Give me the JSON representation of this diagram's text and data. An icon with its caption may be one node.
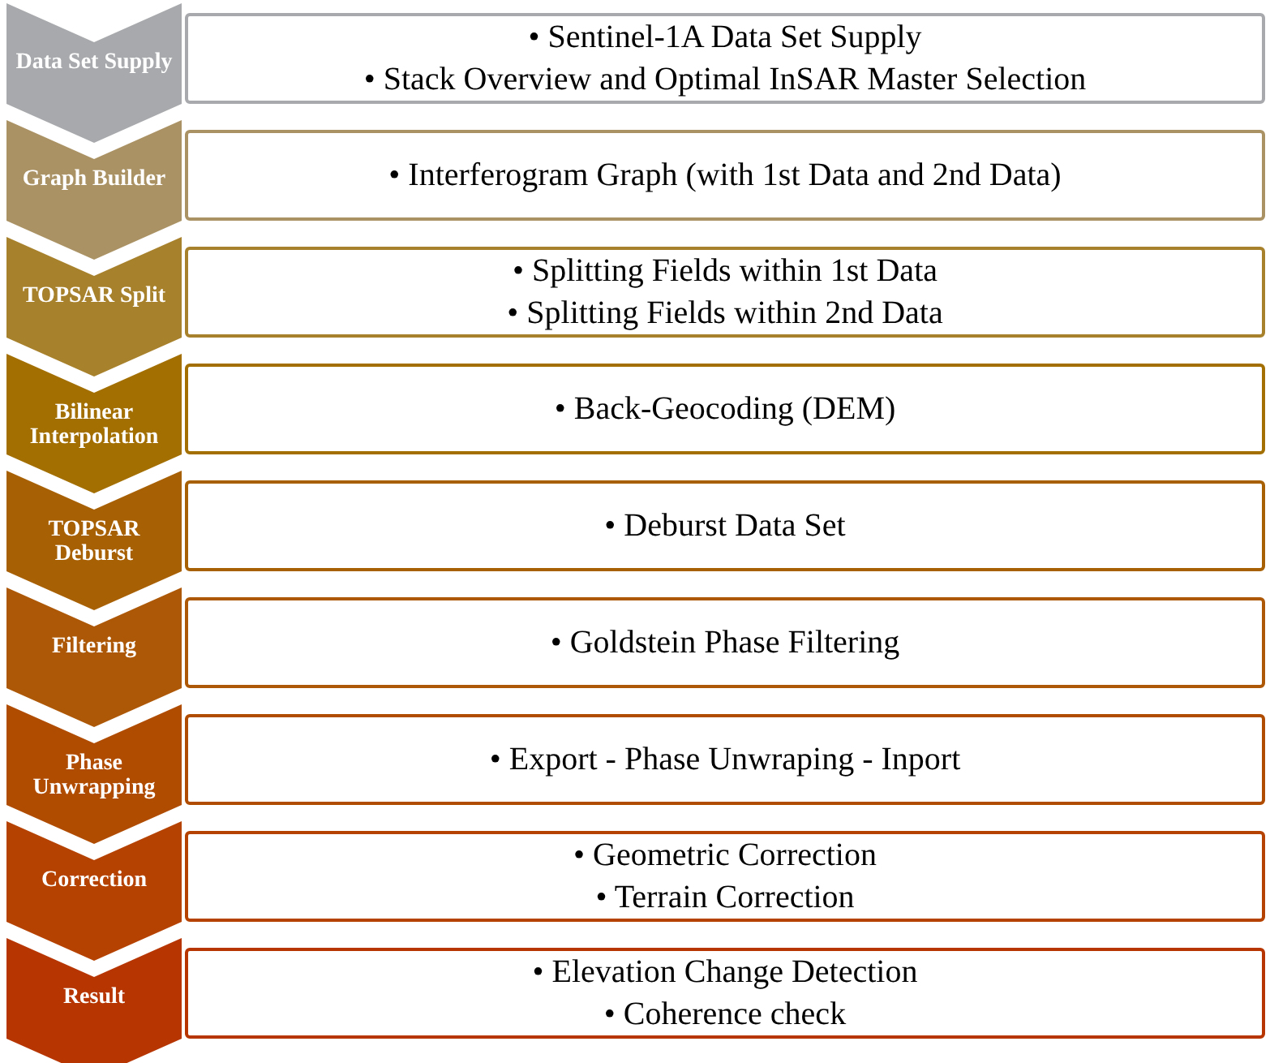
{
  "diagram": {
    "nodes": [
      {
        "text": [
          "Data Set Supply"
        ]
      },
      {
        "text": [
          "• Sentinel-1A Data Set Supply",
          "• Stack Overview and Optimal InSAR Master Selection"
        ]
      },
      {
        "text": [
          "Graph Builder"
        ]
      },
      {
        "text": [
          "• Interferogram Graph (with 1st Data and 2nd Data)"
        ]
      },
      {
        "text": [
          "TOPSAR Split"
        ]
      },
      {
        "text": [
          "• Splitting Fields within 1st Data",
          "• Splitting Fields within 2nd Data"
        ]
      },
      {
        "text": [
          "Bilinear Interpolation"
        ]
      },
      {
        "text": [
          "• Back-Geocoding (DEM)"
        ]
      },
      {
        "text": [
          "TOPSAR Deburst"
        ]
      },
      {
        "text": [
          "• Deburst Data Set"
        ]
      },
      {
        "text": [
          "Filtering"
        ]
      },
      {
        "text": [
          "• Goldstein Phase Filtering"
        ]
      },
      {
        "text": [
          "Phase Unwrapping"
        ]
      },
      {
        "text": [
          "• Export - Phase Unwraping - Inport"
        ]
      },
      {
        "text": [
          "Correction"
        ]
      },
      {
        "text": [
          "• Geometric Correction",
          "• Terrain Correction"
        ]
      },
      {
        "text": [
          "Result"
        ]
      },
      {
        "text": [
          "• Elevation Change Detection",
          "• Coherence check"
        ]
      }
    ]
  }
}
